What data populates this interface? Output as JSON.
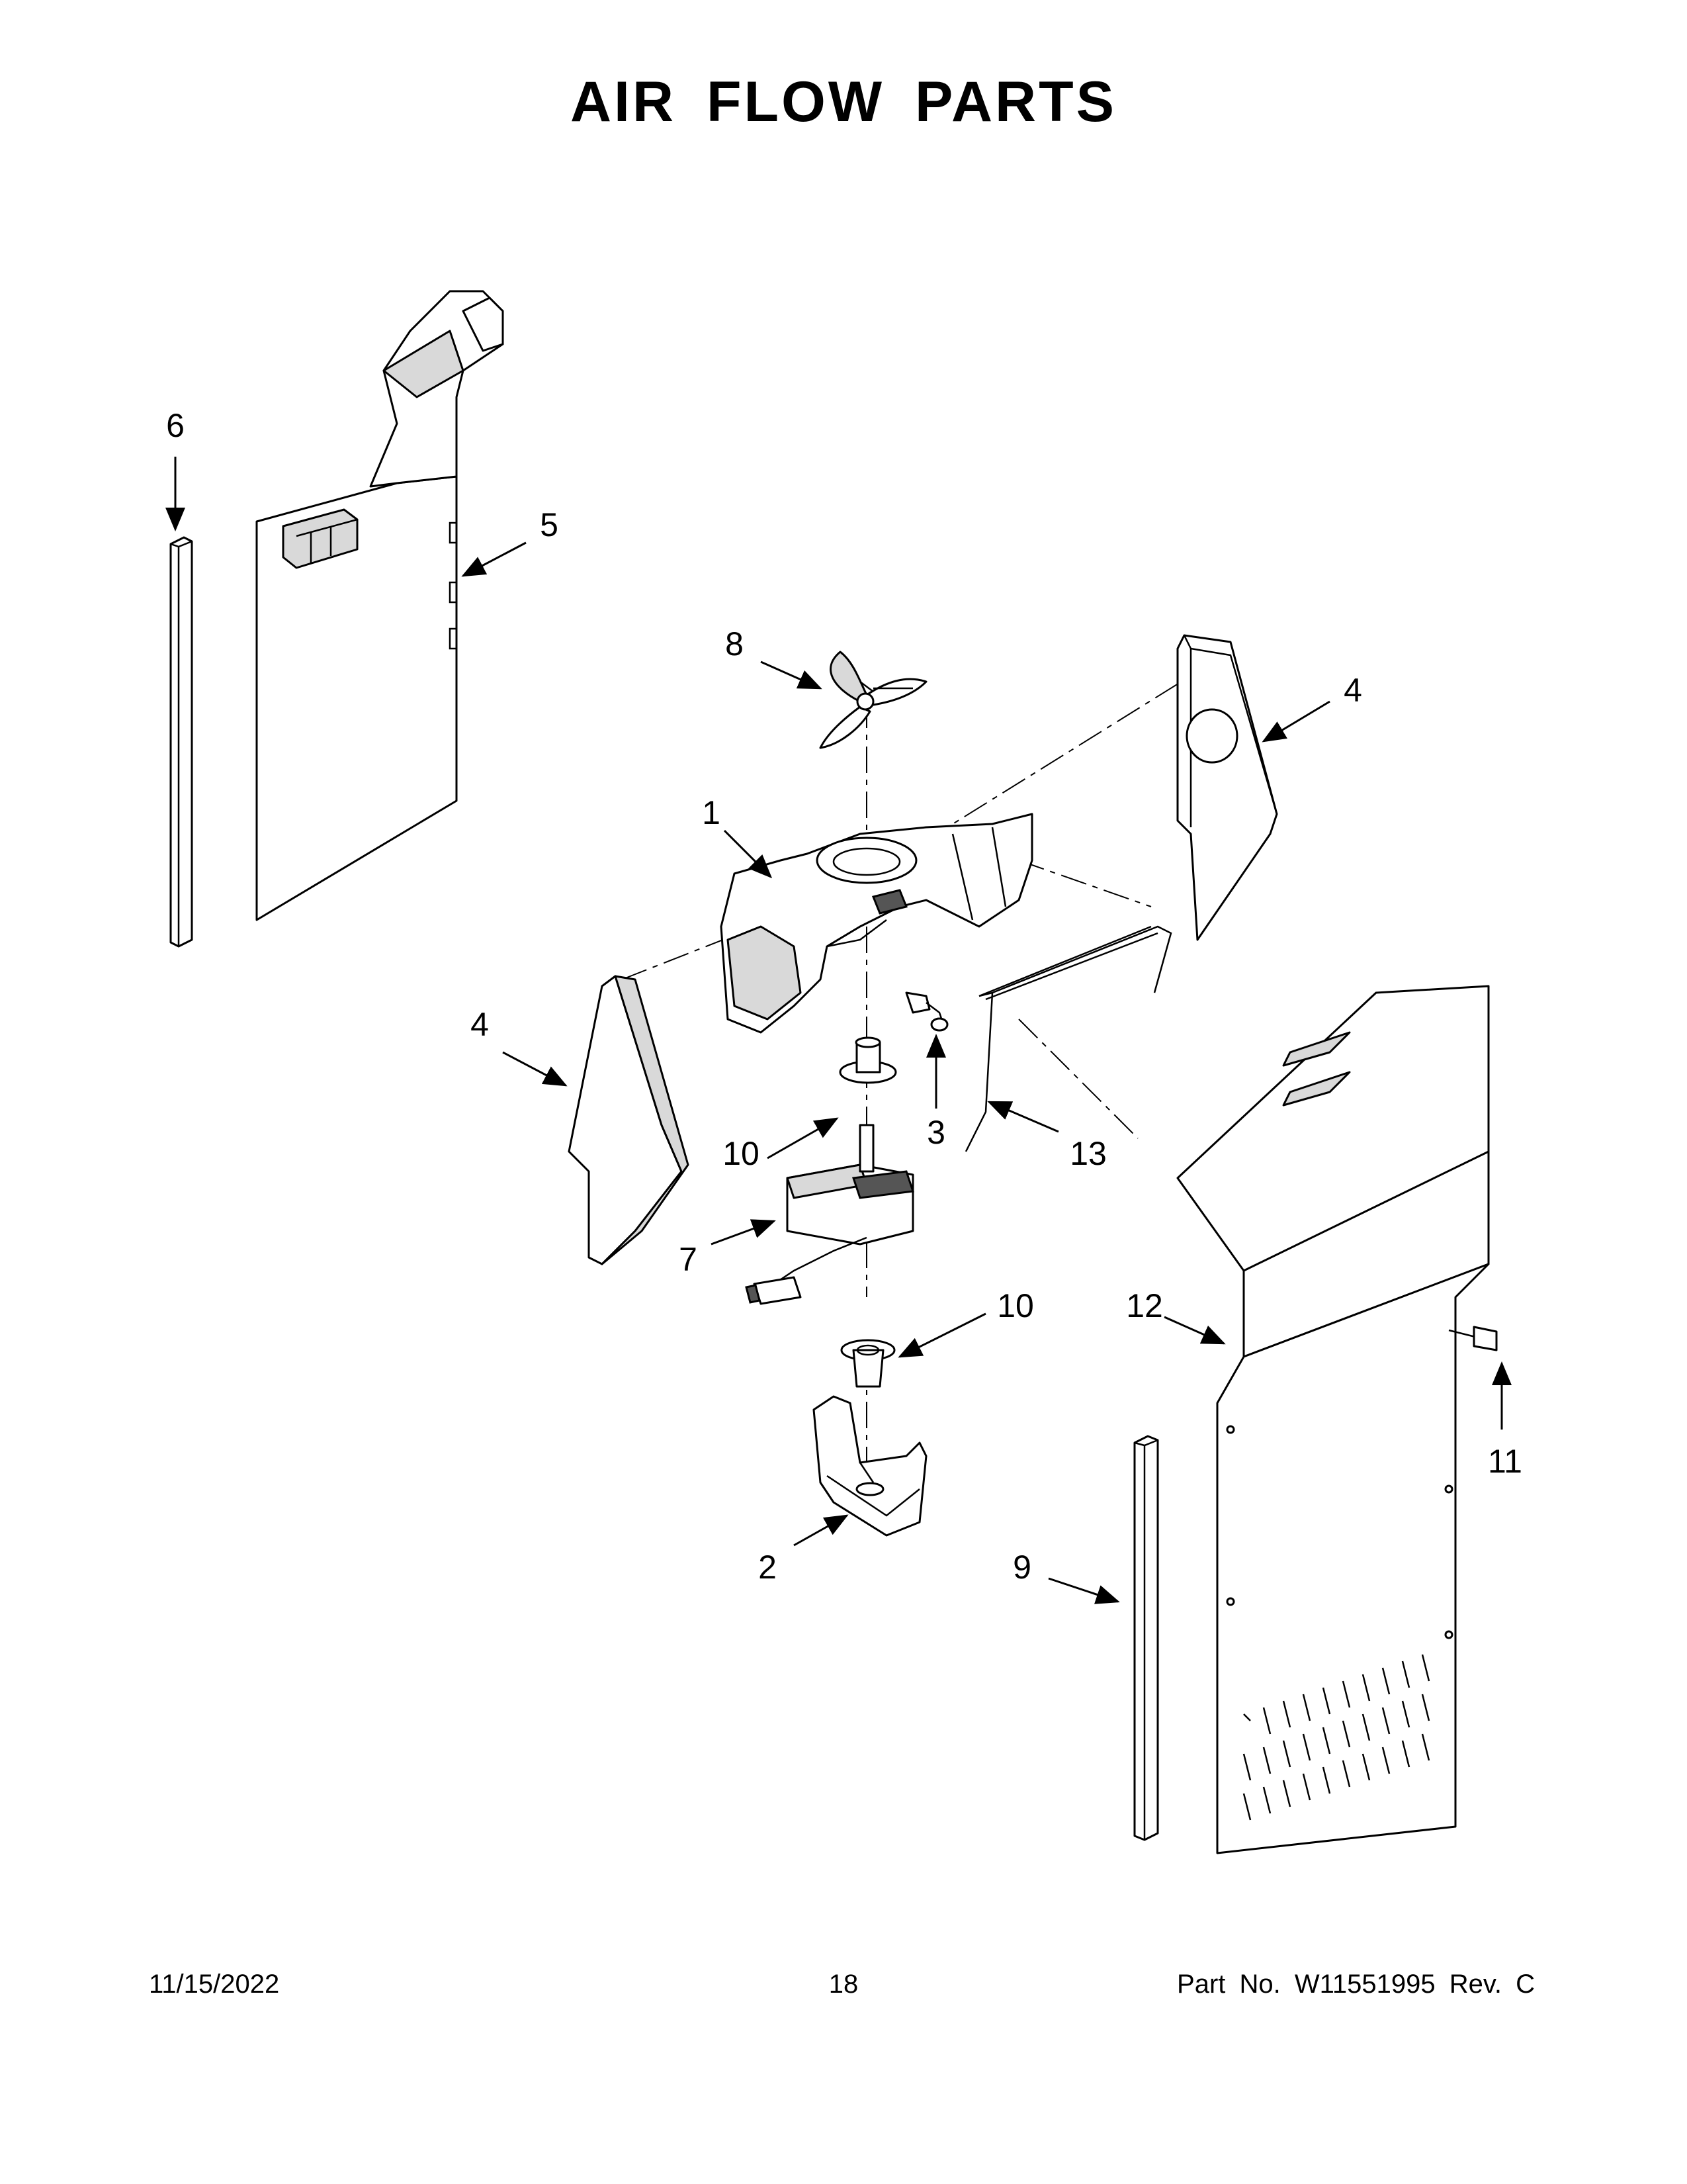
{
  "title": "AIR FLOW PARTS",
  "callouts": {
    "c1": "1",
    "c2": "2",
    "c3": "3",
    "c4a": "4",
    "c4b": "4",
    "c5": "5",
    "c6": "6",
    "c7": "7",
    "c8": "8",
    "c9": "9",
    "c10a": "10",
    "c10b": "10",
    "c11": "11",
    "c12": "12",
    "c13": "13"
  },
  "footer": {
    "date": "11/15/2022",
    "page": "18",
    "part": "Part No.  W11551995  Rev.  C"
  }
}
